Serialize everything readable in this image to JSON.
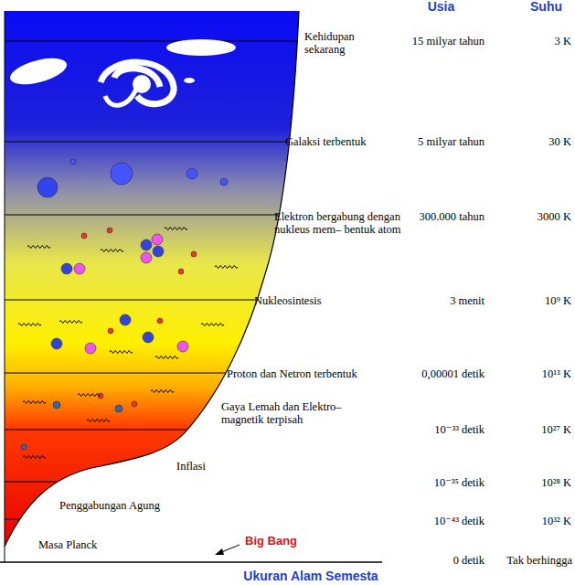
{
  "diagram": {
    "labels": [
      "Usia",
      "Suhu",
      "Kehidupan sekarang",
      "15 milyar tahun",
      "3 K",
      "Galaksi terbentuk",
      "5 milyar tahun",
      "30 K",
      "Elektron bergabung dengan nukleus mem– bentuk atom",
      "300.000 tahun",
      "3000 K",
      "Nukleosintesis",
      "3 menit",
      "10⁹ K",
      "Proton dan Netron terbentuk",
      "0,00001 detik",
      "10¹³ K",
      "Gaya Lemah dan Elektro– magnetik terpisah",
      "10⁻³³ detik",
      "10²⁷ K",
      "Inflasi",
      "10⁻³⁵ detik",
      "10²⁸ K",
      "Penggabungan Agung",
      "10⁻⁴³ detik",
      "10³² K",
      "Masa Planck",
      "Big Bang",
      "0 detik",
      "Tak berhingga",
      "Ukuran Alam Semesta"
    ]
  }
}
